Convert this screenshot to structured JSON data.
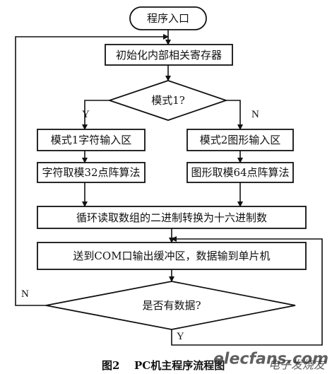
{
  "nodes": {
    "start": "程序入口",
    "init": "初始化内部相关寄存器",
    "decision_mode": "模式1?",
    "mode1_input": "模式1字符输入区",
    "mode2_input": "模式2图形输入区",
    "char_algo": "字符取模32点阵算法",
    "graphic_algo": "图形取模64点阵算法",
    "convert": "循环读取数组的二进制转换为十六进制数",
    "send": "送到COM口输出缓冲区，数据输到单片机",
    "decision_data": "是否有数据?"
  },
  "edges": {
    "mode_yes": "Y",
    "mode_no": "N",
    "data_no": "N",
    "data_yes": "Y"
  },
  "caption": {
    "figure": "图2",
    "title": "PC机主程序流程图"
  },
  "watermark": {
    "main": "elecfans.com",
    "sub": "电子发烧友"
  }
}
